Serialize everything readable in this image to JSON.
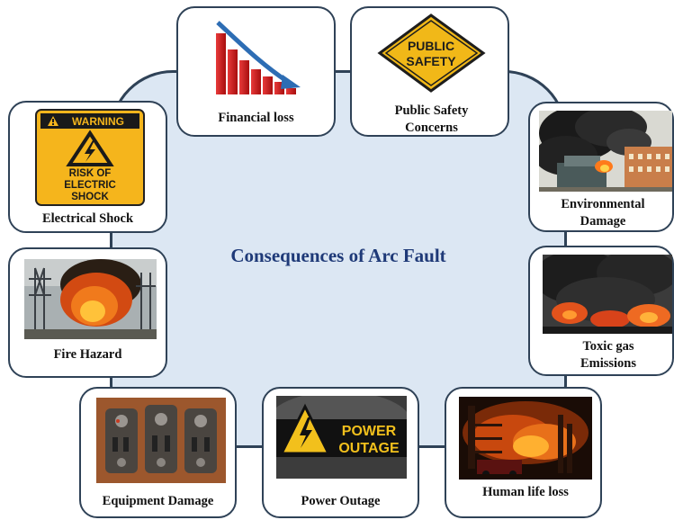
{
  "diagram": {
    "center_title": "Consequences of Arc Fault",
    "nodes": [
      {
        "id": "financial",
        "label": "Financial loss",
        "icon": "declining-bar-chart-icon"
      },
      {
        "id": "public",
        "label": "Public Safety Concerns",
        "icon": "public-safety-sign-icon",
        "sign_text": "PUBLIC SAFETY"
      },
      {
        "id": "environmental",
        "label": "Environmental Damage",
        "icon": "smoke-over-factory-photo"
      },
      {
        "id": "toxic",
        "label": "Toxic gas Emissions",
        "icon": "black-smoke-photo"
      },
      {
        "id": "human",
        "label": "Human life loss",
        "icon": "building-fire-photo"
      },
      {
        "id": "power",
        "label": "Power Outage",
        "icon": "power-outage-sign-icon",
        "sign_text": "POWER OUTAGE"
      },
      {
        "id": "equipment",
        "label": "Equipment Damage",
        "icon": "burnt-sockets-photo"
      },
      {
        "id": "fire",
        "label": "Fire Hazard",
        "icon": "substation-fire-photo"
      },
      {
        "id": "shock",
        "label": "Electrical Shock",
        "icon": "warning-sign-icon",
        "sign_header": "WARNING",
        "sign_text": "RISK OF ELECTRIC SHOCK"
      }
    ]
  },
  "colors": {
    "hub_fill": "#dce7f3",
    "outline": "#2f4257",
    "title": "#1f3a78",
    "warning_yellow": "#f5b51c",
    "chart_red": "#d81e1e",
    "arrow_blue": "#2d6db4"
  }
}
